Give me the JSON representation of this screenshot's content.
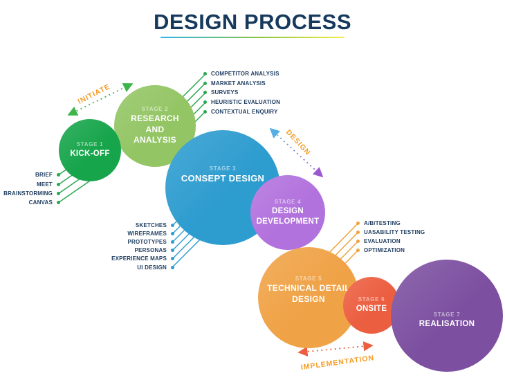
{
  "title": {
    "text": "DESIGN PROCESS"
  },
  "stages": [
    {
      "label": "STAGE 1",
      "name": "KICK-OFF",
      "color": "#17a54b"
    },
    {
      "label": "STAGE 2",
      "name": "RESEARCH AND ANALYSIS",
      "color": "#93c564"
    },
    {
      "label": "STAGE 3",
      "name": "CONSEPT DESIGN",
      "color": "#2d9ccf"
    },
    {
      "label": "STAGE 4",
      "name": "DESIGN DEVELOPMENT",
      "color": "#b272dd"
    },
    {
      "label": "STAGE 5",
      "name": "TECHNICAL DETAIL DESIGN",
      "color": "#f0a246"
    },
    {
      "label": "STAGE 6",
      "name": "ONSITE",
      "color": "#ec5e40"
    },
    {
      "label": "STAGE 7",
      "name": "REALISATION",
      "color": "#7c4fa0"
    }
  ],
  "phases": [
    {
      "label": "INITIATE"
    },
    {
      "label": "DESIGN"
    },
    {
      "label": "IMPLEMENTATION"
    }
  ],
  "lists": {
    "kickoff": [
      "BRIEF",
      "MEET",
      "BRAINSTORMING",
      "CANVAS"
    ],
    "research": [
      "COMPETITOR ANALYSIS",
      "MARKET ANALYSIS",
      "SURVEYS",
      "HEURISTIC EVALUATION",
      "CONTEXTUAL ENQUIRY"
    ],
    "concept": [
      "SKETCHES",
      "WIREFRAMES",
      "PROTOTYPES",
      "PERSONAS",
      "EXPERIENCE MAPS",
      "UI DESIGN"
    ],
    "technical": [
      "A/B/TESTING",
      "UASABILITY TESTING",
      "EVALUATION",
      "OPTIMIZATION"
    ]
  },
  "colors": {
    "title": "#16395c",
    "underline_gradient": [
      "#2bb3e8",
      "#8dc63f",
      "#f7ec4a"
    ],
    "label_text": "#1d3c5f",
    "phase_label": "#f59c26",
    "green_line": "#2aa84f",
    "blue_line": "#2d9ccf",
    "orange_line": "#f0a23c",
    "arrow_green": "#3cb54a",
    "arrow_red": "#ec5e40",
    "arrow_blue": "#56aee2",
    "arrow_purple": "#9b59d0"
  }
}
